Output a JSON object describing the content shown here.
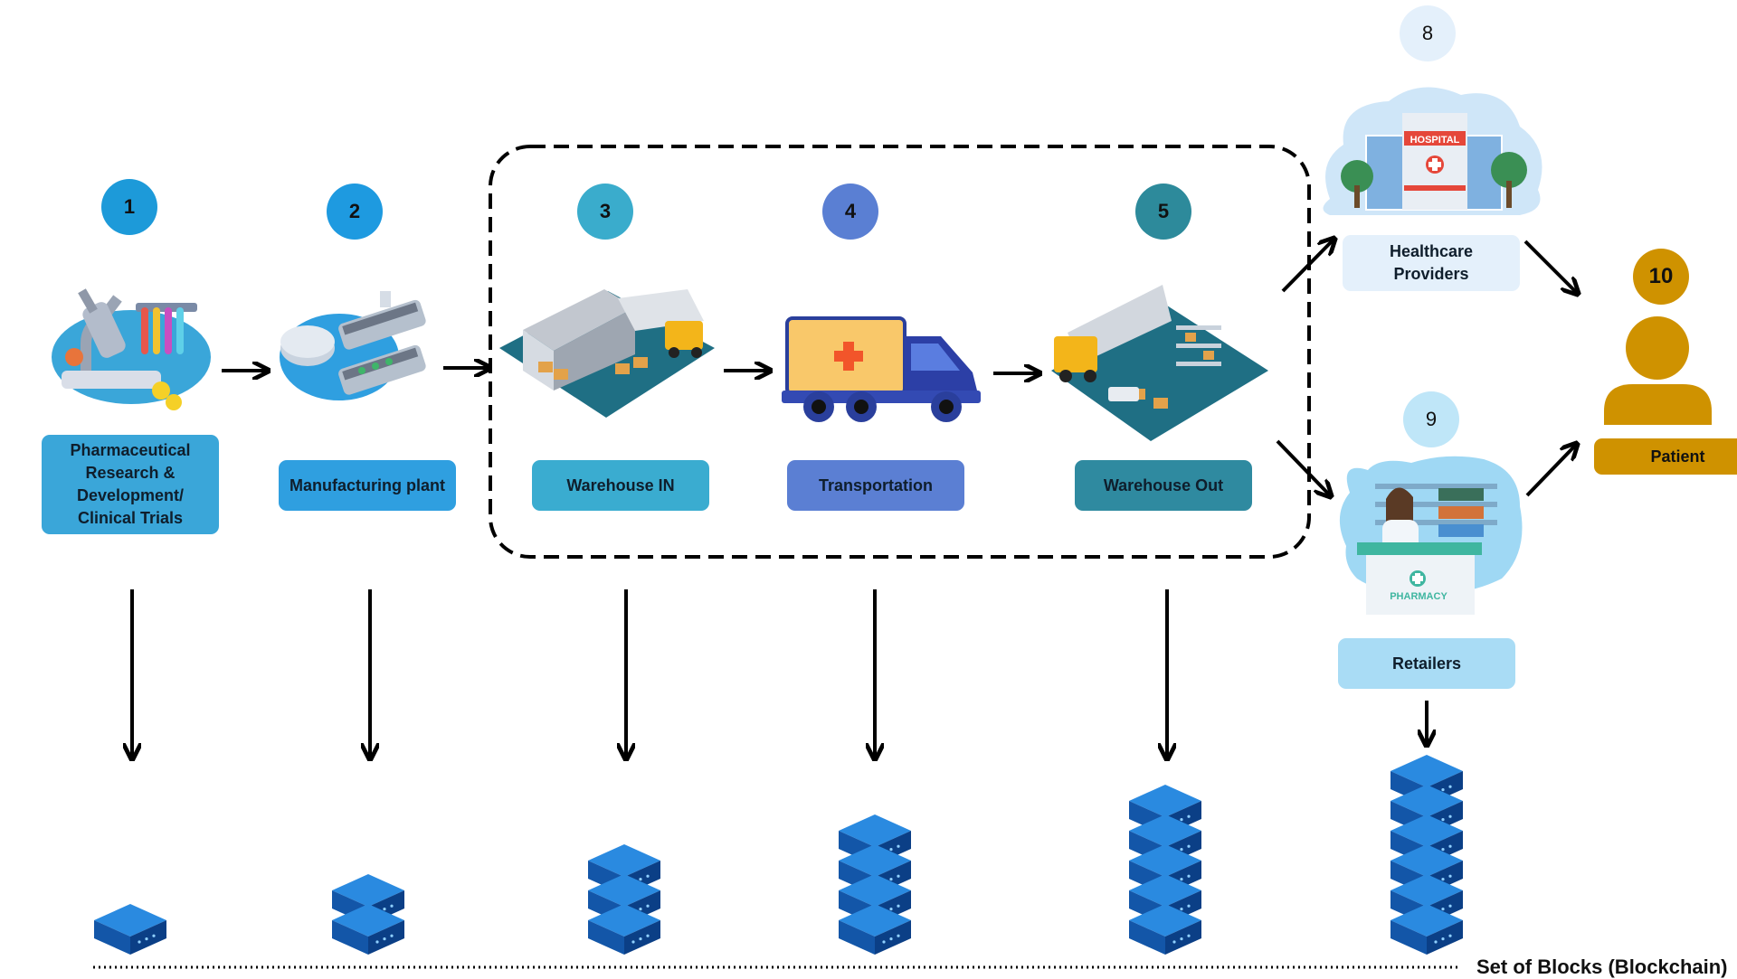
{
  "stages": [
    {
      "number": "1",
      "label": "Pharmaceutical Research & Development/ Clinical Trials",
      "icon": "microscope-lab-icon",
      "color": "#3aa6d9",
      "badge_color": "#1d9ad9",
      "blocks": 1
    },
    {
      "number": "2",
      "label": "Manufacturing plant",
      "icon": "manufacturing-plant-icon",
      "color": "#2f9fe0",
      "badge_color": "#1e9ae0",
      "blocks": 2
    },
    {
      "number": "3",
      "label": "Warehouse IN",
      "icon": "warehouse-in-icon",
      "color": "#3aacd0",
      "badge_color": "#3aaccc",
      "blocks": 3
    },
    {
      "number": "4",
      "label": "Transportation",
      "icon": "delivery-truck-icon",
      "color": "#5b7fd3",
      "badge_color": "#5a7fd3",
      "blocks": 4
    },
    {
      "number": "5",
      "label": "Warehouse Out",
      "icon": "warehouse-out-icon",
      "color": "#2f8aa0",
      "badge_color": "#2d8a9b",
      "blocks": 5
    },
    {
      "number": "8",
      "label": "Healthcare Providers",
      "icon": "hospital-icon",
      "color": "#e4f0fb",
      "badge_color": "#e4f0fb",
      "blocks": 0
    },
    {
      "number": "9",
      "label": "Retailers",
      "icon": "pharmacy-icon",
      "color": "#a9dcf5",
      "badge_color": "#bfe6f8",
      "blocks": 6
    },
    {
      "number": "10",
      "label": "Patient",
      "icon": "patient-person-icon",
      "color": "#cf9200",
      "badge_color": "#cf9200",
      "blocks": 0
    }
  ],
  "blockchain_caption": "Set of Blocks (Blockchain)",
  "icon_texts": {
    "hospital_sign": "HOSPITAL",
    "pharmacy_sign": "PHARMACY"
  },
  "colors": {
    "arrow": "#000000",
    "block_top": "#2a8ae0",
    "block_side": "#1356a8",
    "block_dark": "#0b3f86"
  }
}
